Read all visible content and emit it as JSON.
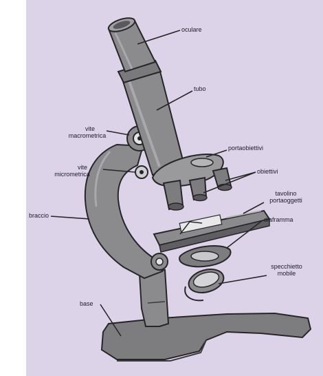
{
  "colors": {
    "background": "#ffffff",
    "panel": "#dcd3e8",
    "body_gray": "#8b8b8d",
    "body_dark": "#5a5a5e",
    "outline": "#262628",
    "label_text": "#1c1c2a"
  },
  "labels": {
    "oculare": "oculare",
    "tubo": "tubo",
    "vite_macro_line1": "vite",
    "vite_macro_line2": "macrometrica",
    "vite_micro_line1": "vite",
    "vite_micro_line2": "micrometrica",
    "portaobiettivi": "portaobiettivi",
    "obiettivi": "obiettivi",
    "tavolino_line1": "tavolino",
    "tavolino_line2": "portaoggetti",
    "braccio": "braccio",
    "diaframma": "diaframma",
    "specchietto_line1": "specchietto",
    "specchietto_line2": "mobile",
    "base": "base"
  }
}
